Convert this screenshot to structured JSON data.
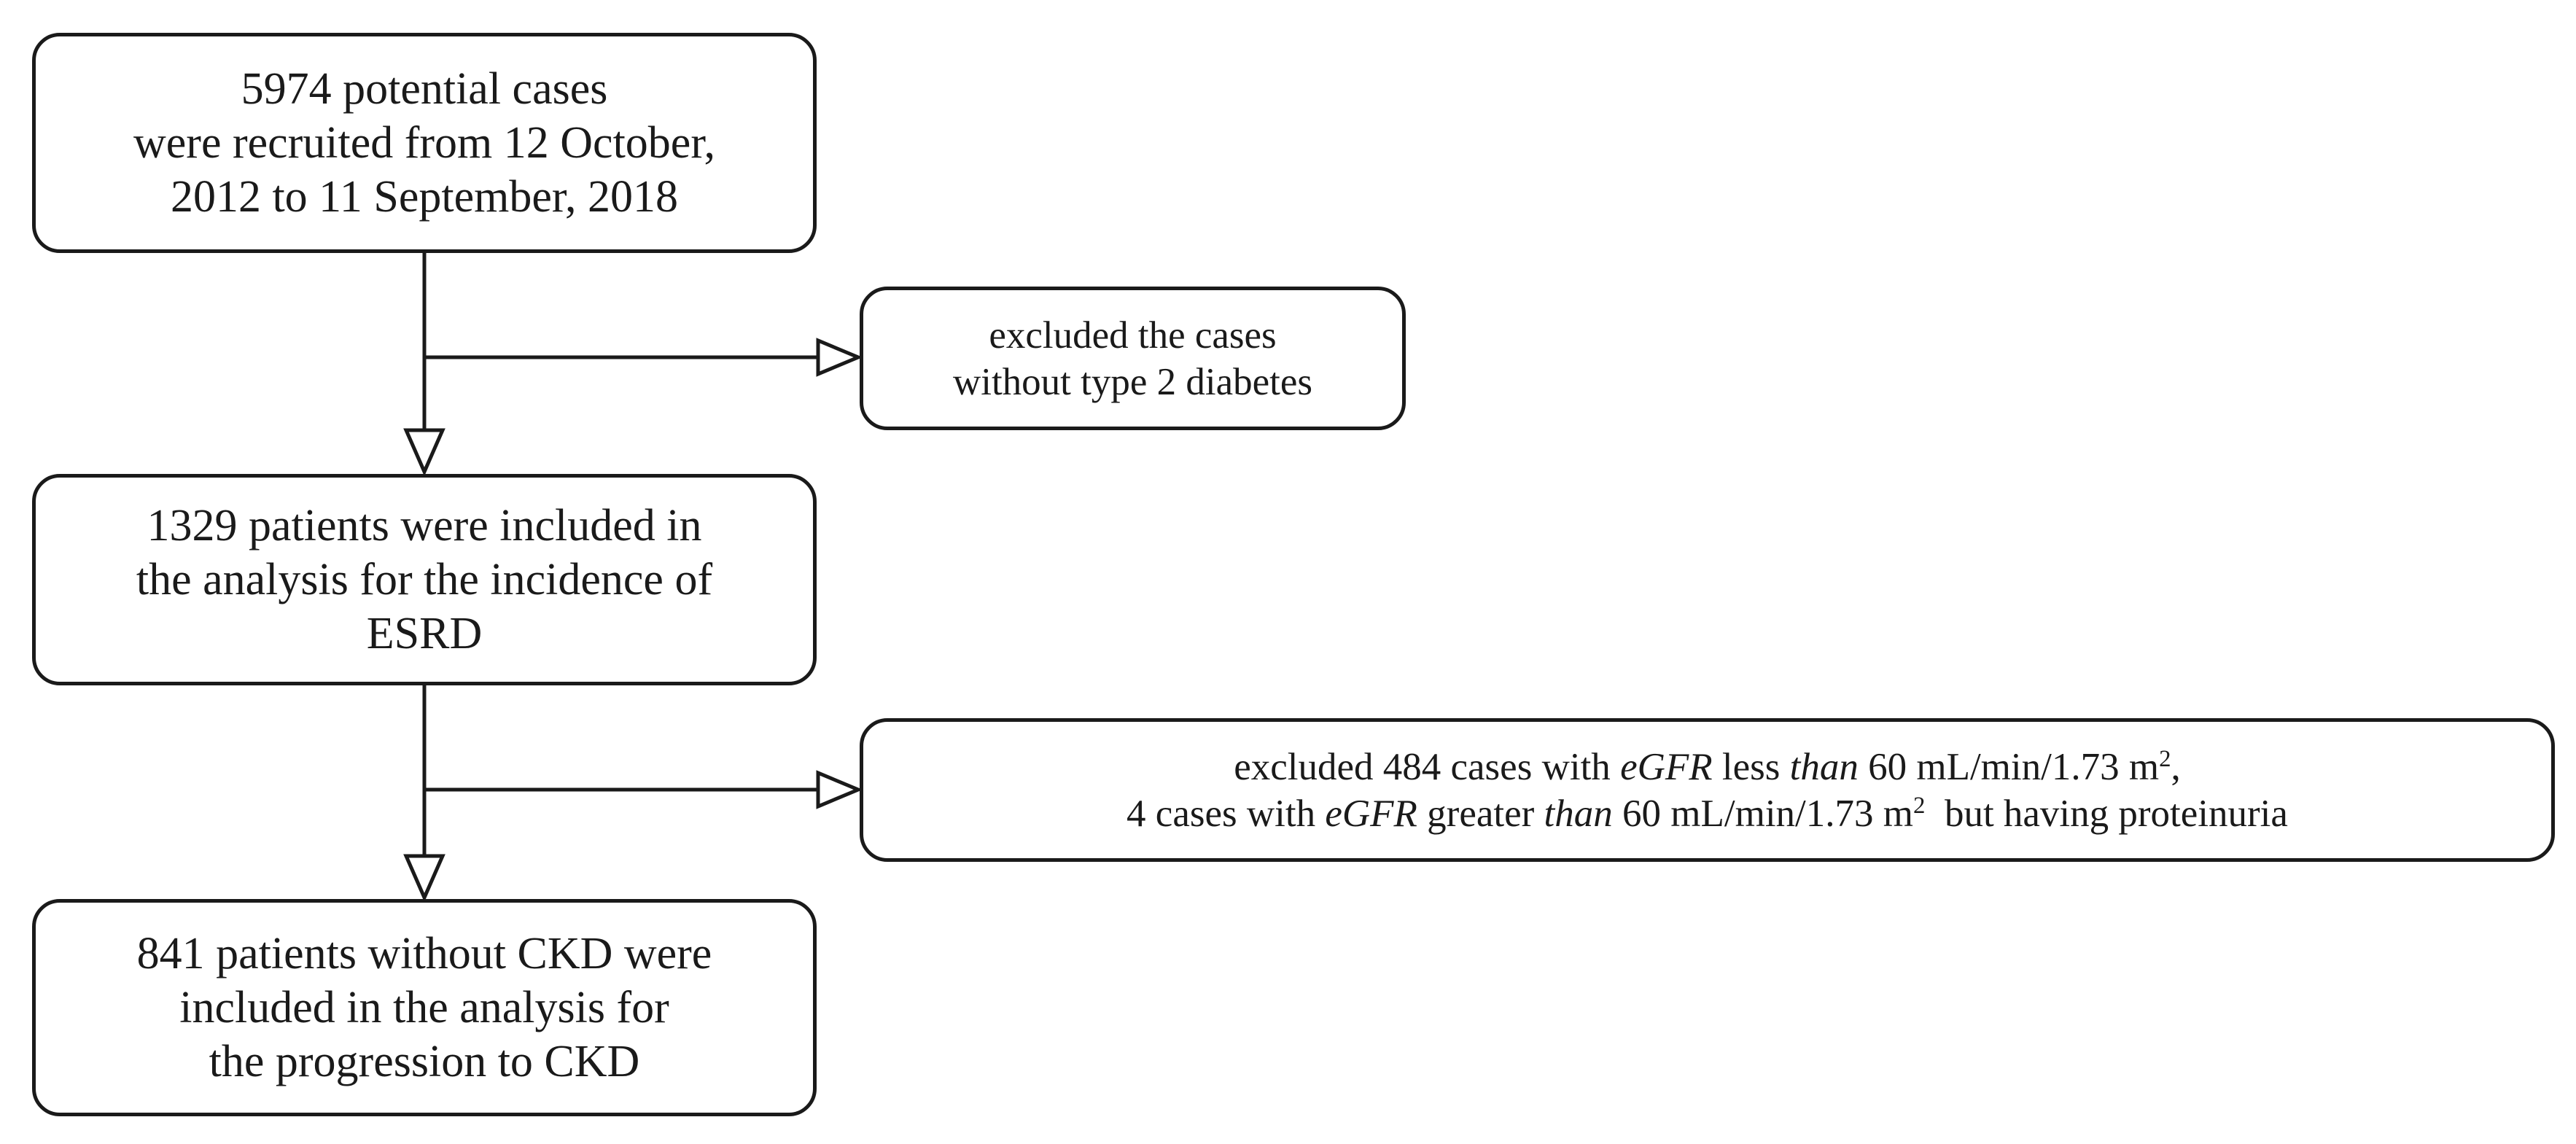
{
  "recruited": {
    "lines": [
      "5974 potential cases",
      "were recruited from 12 October,",
      "2012 to 11 September, 2018"
    ]
  },
  "exclusion_1": {
    "lines": [
      "excluded the cases",
      "without type 2 diabetes"
    ]
  },
  "included": {
    "lines": [
      "1329 patients were included in",
      "the analysis for the incidence of",
      "ESRD"
    ]
  },
  "exclusion_2": {
    "line1": {
      "a": "excluded 484 cases with ",
      "b": "eGFR",
      "c": " less ",
      "d": "than",
      "e": " 60 mL/min/1.73 m",
      "sup": "2",
      "f": ","
    },
    "line2": {
      "a": "4 cases with ",
      "b": "eGFR",
      "c": " greater ",
      "d": "than",
      "e": " 60 mL/min/1.73 m",
      "sup": "2",
      "f": "  but having proteinuria"
    }
  },
  "final": {
    "lines": [
      "841 patients without CKD were",
      "included in the analysis for",
      "the progression to CKD"
    ]
  }
}
